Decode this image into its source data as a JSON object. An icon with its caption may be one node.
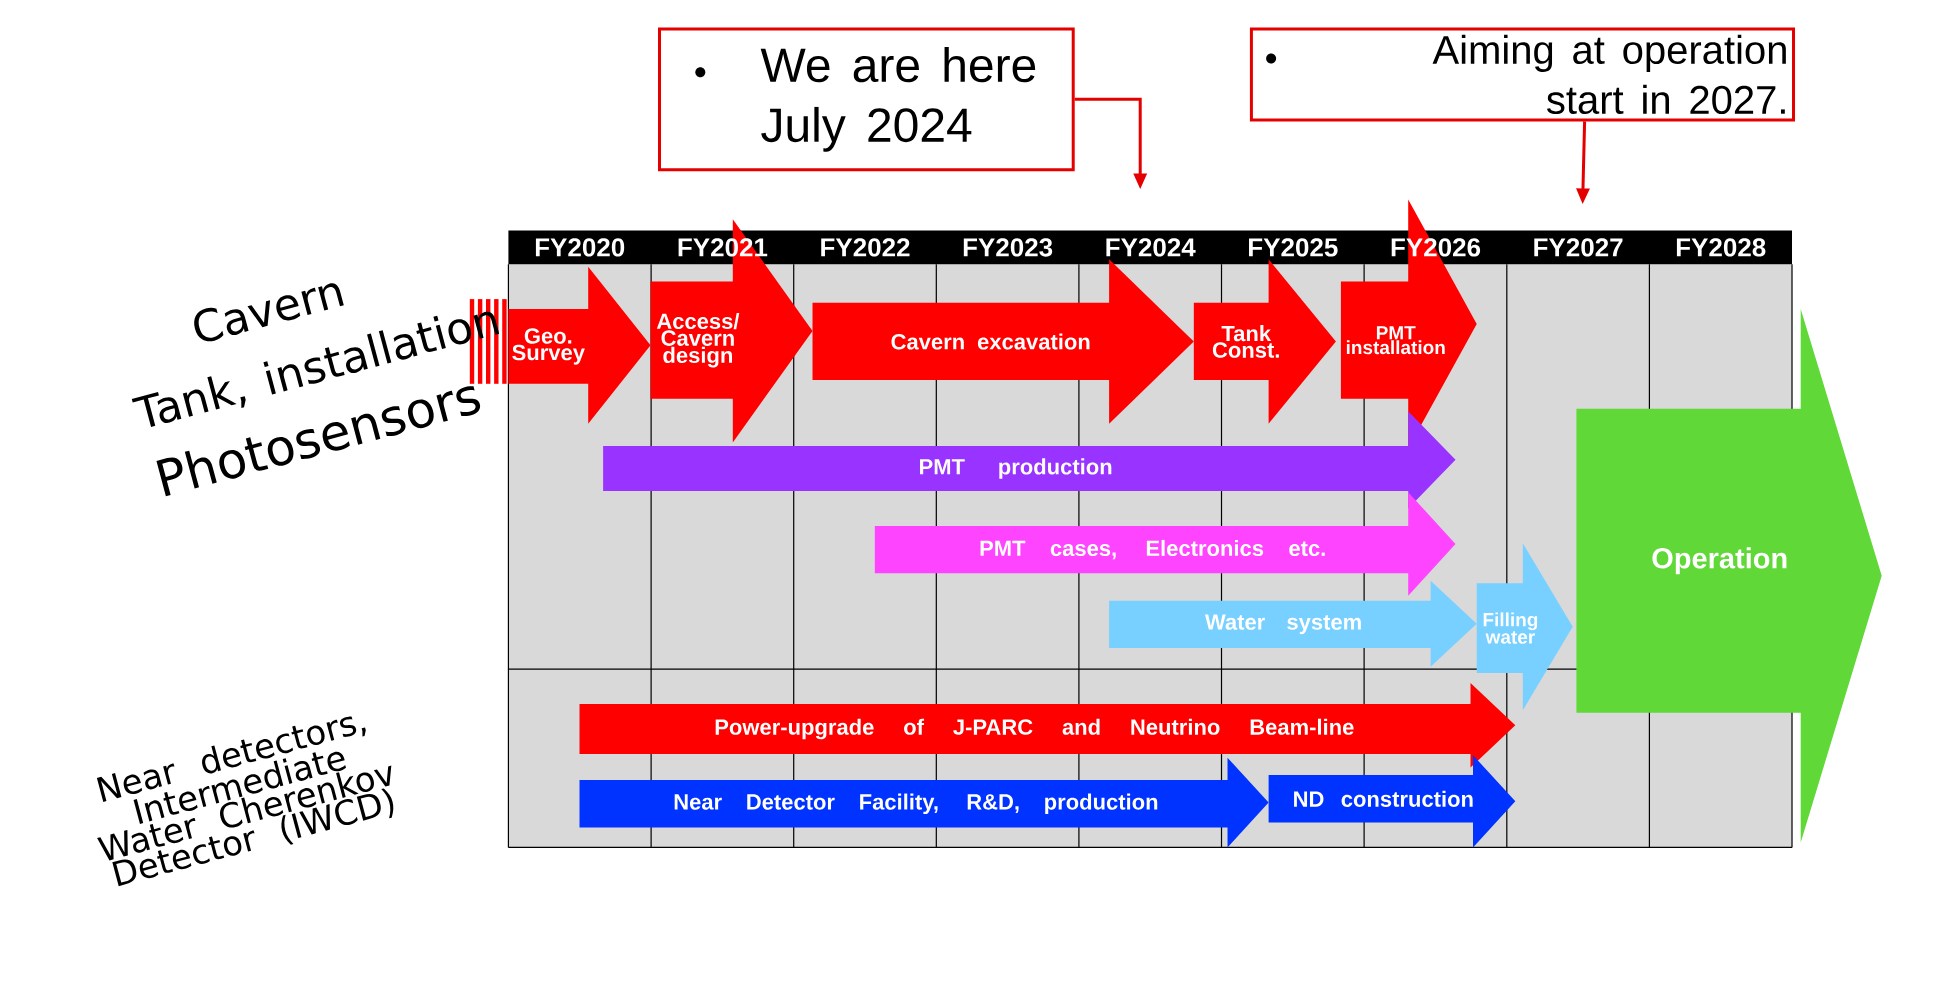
{
  "diagram": {
    "nodes": [
      {
        "text": [
          "We are here July 2024"
        ]
      },
      {
        "text": [
          "Aiming at operation start in 2027."
        ]
      },
      {
        "text": [
          "Geo. Survey"
        ]
      },
      {
        "text": [
          "Access/ Cavern design"
        ]
      },
      {
        "text": [
          "Cavern excavation"
        ]
      },
      {
        "text": [
          "Tank Const."
        ]
      },
      {
        "text": [
          "PMT installation"
        ]
      },
      {
        "text": [
          "PMT production"
        ]
      },
      {
        "text": [
          "PMT cases, Electronics etc."
        ]
      },
      {
        "text": [
          "Water system"
        ]
      },
      {
        "text": [
          "Filling water"
        ]
      },
      {
        "text": [
          "Operation"
        ]
      },
      {
        "text": [
          "Power-upgrade of J-PARC and Neutrino Beam-line"
        ]
      },
      {
        "text": [
          "Near Detector Facility, R&D, production"
        ]
      },
      {
        "text": [
          "ND construction"
        ]
      }
    ],
    "edges": [
      {
        "from": 0,
        "to": null,
        "arrow": "to"
      },
      {
        "from": 1,
        "to": null,
        "arrow": "to"
      }
    ],
    "labels": [
      "FY2020",
      "FY2021",
      "FY2022",
      "FY2023",
      "FY2024",
      "FY2025",
      "FY2026",
      "FY2027",
      "FY2028",
      "Cavern",
      "Tank, installation",
      "Photosensors",
      "Near detectors, Intermediate Water Cherenkov Detector (IWCD)"
    ]
  }
}
